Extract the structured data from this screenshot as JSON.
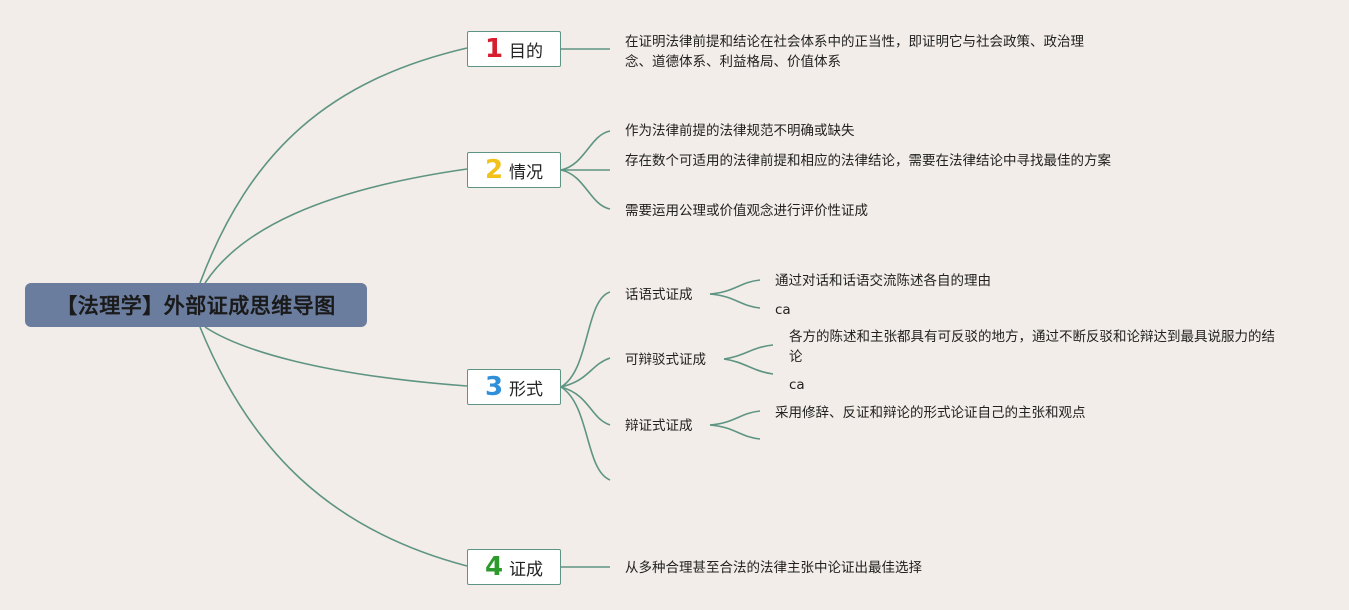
{
  "colors": {
    "background": "#f2ede8",
    "root_fill": "#6b7d9f",
    "edge": "#5e9483",
    "num1": "#d81e2e",
    "num2": "#f2c21b",
    "num3": "#2f8fd8",
    "num4": "#2e9a2e"
  },
  "root": {
    "label": "【法理学】外部证成思维导图"
  },
  "branches": [
    {
      "num": "1",
      "label": "目的",
      "children": [
        {
          "text": "在证明法律前提和结论在社会体系中的正当性，即证明它与社会政策、政治理念、道德体系、利益格局、价值体系"
        }
      ]
    },
    {
      "num": "2",
      "label": "情况",
      "children": [
        {
          "text": "作为法律前提的法律规范不明确或缺失"
        },
        {
          "text": "存在数个可适用的法律前提和相应的法律结论，需要在法律结论中寻找最佳的方案"
        },
        {
          "text": "需要运用公理或价值观念进行评价性证成"
        }
      ]
    },
    {
      "num": "3",
      "label": "形式",
      "children": [
        {
          "text": "话语式证成",
          "children": [
            {
              "text": "通过对话和话语交流陈述各自的理由"
            },
            {
              "text": "ca"
            }
          ]
        },
        {
          "text": "可辩驳式证成",
          "children": [
            {
              "text": "各方的陈述和主张都具有可反驳的地方，通过不断反驳和论辩达到最具说服力的结论"
            },
            {
              "text": "ca"
            }
          ]
        },
        {
          "text": "辩证式证成",
          "children": [
            {
              "text": "采用修辞、反证和辩论的形式论证自己的主张和观点"
            },
            {
              "text": ""
            }
          ]
        },
        {
          "text": ""
        }
      ]
    },
    {
      "num": "4",
      "label": "证成",
      "children": [
        {
          "text": "从多种合理甚至合法的法律主张中论证出最佳选择"
        }
      ]
    }
  ]
}
